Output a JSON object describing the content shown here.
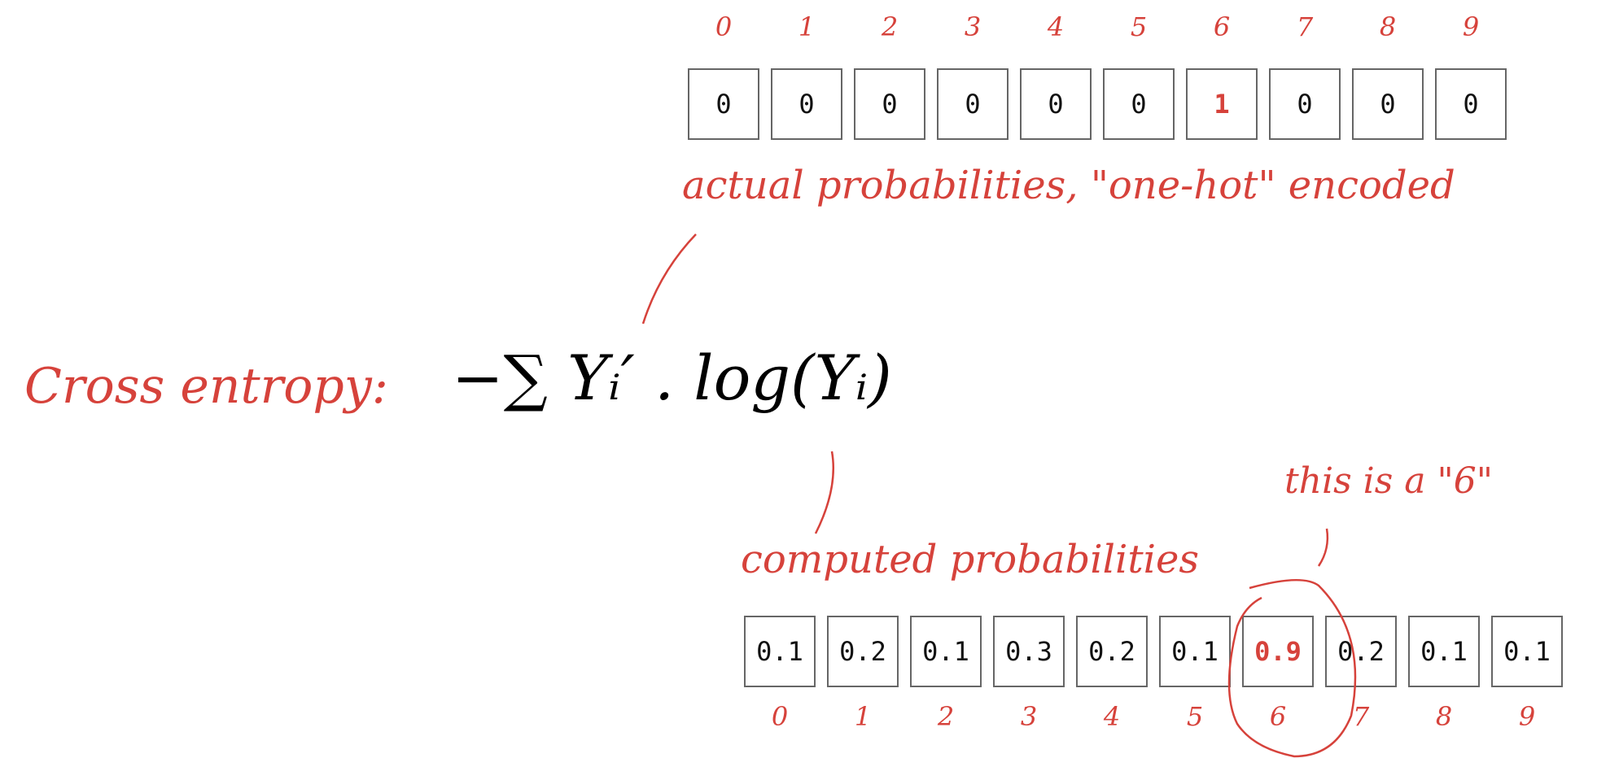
{
  "title": "Cross entropy:",
  "formula": "−∑ Yᵢ′ . log(Yᵢ)",
  "top": {
    "indices": [
      "0",
      "1",
      "2",
      "3",
      "4",
      "5",
      "6",
      "7",
      "8",
      "9"
    ],
    "values": [
      "0",
      "0",
      "0",
      "0",
      "0",
      "0",
      "1",
      "0",
      "0",
      "0"
    ],
    "label": "actual probabilities, \"one-hot\" encoded"
  },
  "bottom": {
    "indices": [
      "0",
      "1",
      "2",
      "3",
      "4",
      "5",
      "6",
      "7",
      "8",
      "9"
    ],
    "values": [
      "0.1",
      "0.2",
      "0.1",
      "0.3",
      "0.2",
      "0.1",
      "0.9",
      "0.2",
      "0.1",
      "0.1"
    ],
    "label": "computed probabilities",
    "note": "this is a \"6\""
  },
  "highlight_index": 6,
  "colors": {
    "accent": "#d6423b"
  }
}
